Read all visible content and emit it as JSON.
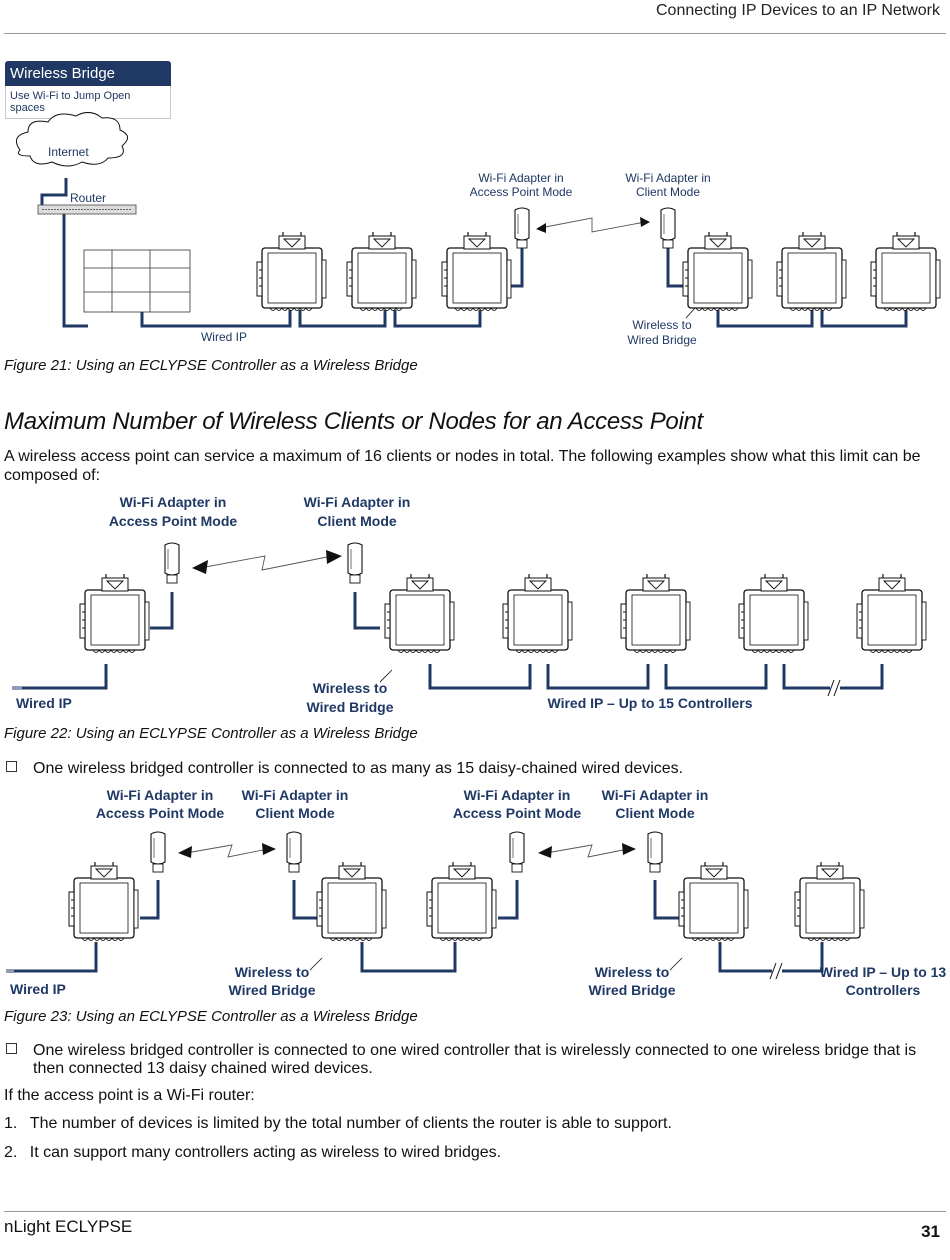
{
  "header": {
    "title": "Connecting IP Devices to an IP Network"
  },
  "sidebar_badge": {
    "title": "Wireless Bridge",
    "subtitle": "Use Wi-Fi to Jump Open spaces"
  },
  "figure21": {
    "labels": {
      "internet": "Internet",
      "router": "Router",
      "wifi_ap_1": "Wi-Fi Adapter in",
      "wifi_ap_2": "Access Point Mode",
      "wifi_client_1": "Wi-Fi Adapter in",
      "wifi_client_2": "Client Mode",
      "wired_ip": "Wired IP",
      "w2w_1": "Wireless to",
      "w2w_2": "Wired Bridge"
    },
    "caption": "Figure 21: Using an ECLYPSE Controller as a Wireless Bridge"
  },
  "section": {
    "heading": "Maximum Number of Wireless Clients or Nodes for an Access Point",
    "intro": "A wireless access point can service a maximum of 16 clients or nodes in total. The following examples show what this limit can be composed of:"
  },
  "figure22": {
    "labels": {
      "wifi_ap_1": "Wi-Fi Adapter in",
      "wifi_ap_2": "Access Point Mode",
      "wifi_client_1": "Wi-Fi Adapter in",
      "wifi_client_2": "Client Mode",
      "wired_ip": "Wired IP",
      "w2w_1": "Wireless to",
      "w2w_2": "Wired Bridge",
      "wired_upto": "Wired IP – Up to 15 Controllers"
    },
    "caption": "Figure 22: Using an ECLYPSE Controller as a Wireless Bridge"
  },
  "bullet1": "One wireless bridged controller is connected to as many as 15 daisy-chained wired devices.",
  "figure23": {
    "labels": {
      "wifi_ap_1": "Wi-Fi Adapter in",
      "wifi_ap_2": "Access Point Mode",
      "wifi_client_1": "Wi-Fi Adapter in",
      "wifi_client_2": "Client Mode",
      "wifi_ap_b1": "Wi-Fi Adapter in",
      "wifi_ap_b2": "Access Point Mode",
      "wifi_client_b1": "Wi-Fi Adapter in",
      "wifi_client_b2": "Client Mode",
      "wired_ip": "Wired IP",
      "w2w_a1": "Wireless to",
      "w2w_a2": "Wired Bridge",
      "w2w_b1": "Wireless to",
      "w2w_b2": "Wired Bridge",
      "wired_upto_1": "Wired IP – Up to 13",
      "wired_upto_2": "Controllers"
    },
    "caption": "Figure 23: Using an ECLYPSE Controller as a Wireless Bridge"
  },
  "bullet2": "One wireless bridged controller is connected to one wired controller that is wirelessly connected to one wireless bridge that is then connected 13 daisy chained wired devices.",
  "router_note": "If the access point is a Wi-Fi router:",
  "list": [
    {
      "num": "1.",
      "text": "The number of devices is limited by the total number of clients the router is able to support."
    },
    {
      "num": "2.",
      "text": "It can support many controllers acting as wireless to wired bridges."
    }
  ],
  "footer": {
    "product": "nLight ECLYPSE",
    "page": "31"
  },
  "colors": {
    "wire": "#1f3864",
    "badge": "#1f3864"
  }
}
